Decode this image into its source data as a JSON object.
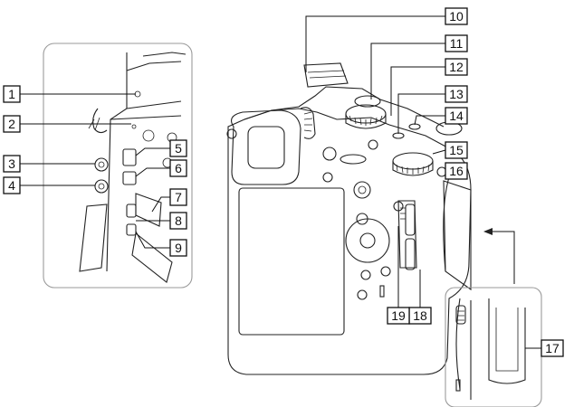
{
  "callouts": [
    {
      "label": "1"
    },
    {
      "label": "2"
    },
    {
      "label": "3"
    },
    {
      "label": "4"
    },
    {
      "label": "5"
    },
    {
      "label": "6"
    },
    {
      "label": "7"
    },
    {
      "label": "8"
    },
    {
      "label": "9"
    },
    {
      "label": "10"
    },
    {
      "label": "11"
    },
    {
      "label": "12"
    },
    {
      "label": "13"
    },
    {
      "label": "14"
    },
    {
      "label": "15"
    },
    {
      "label": "16"
    },
    {
      "label": "17"
    },
    {
      "label": "18"
    },
    {
      "label": "19"
    }
  ],
  "colors": {
    "line": "#222222",
    "panel_outline": "#9a9a9a",
    "background": "#ffffff"
  }
}
